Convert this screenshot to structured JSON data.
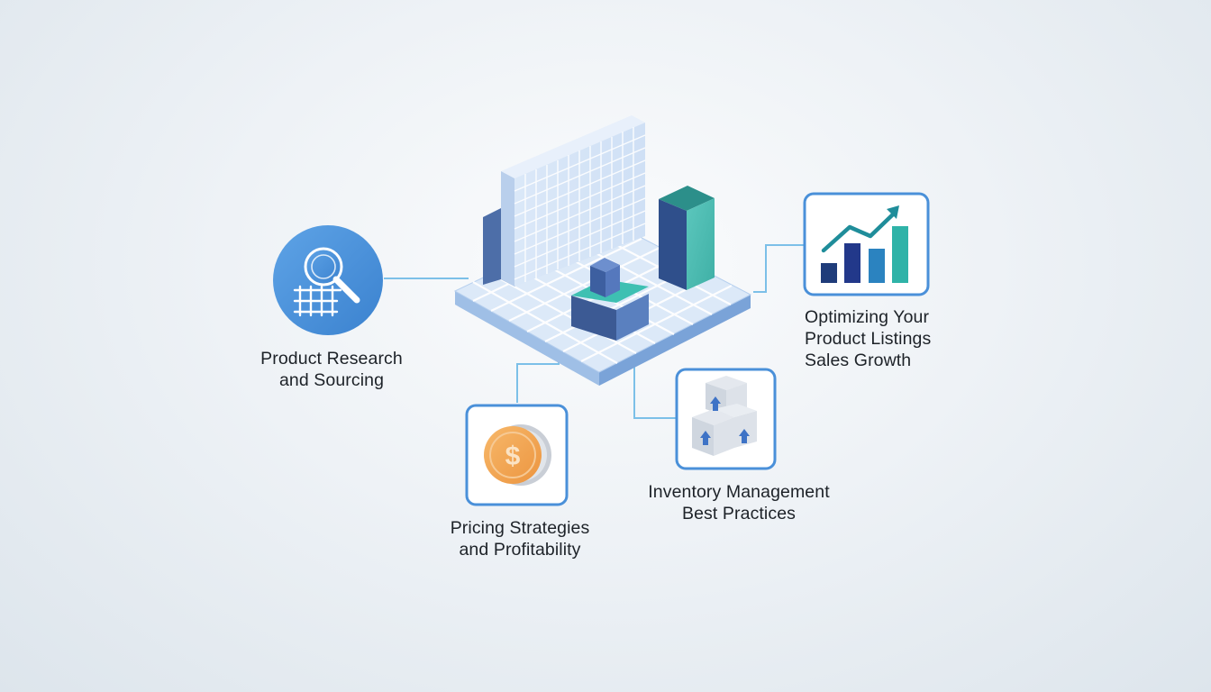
{
  "topics": [
    {
      "id": "research",
      "icon": "magnifier-grid-icon",
      "line1": "Product Research",
      "line2": "and Sourcing"
    },
    {
      "id": "pricing",
      "icon": "coin-dollar-icon",
      "line1": "Pricing Strategies",
      "line2": "and Profitability"
    },
    {
      "id": "inventory",
      "icon": "stacked-boxes-icon",
      "line1": "Inventory Management",
      "line2": "Best Practices"
    },
    {
      "id": "listings",
      "icon": "growth-chart-icon",
      "line1": "Optimizing Your",
      "line2": "Product Listings",
      "line3": "Sales Growth"
    }
  ],
  "colors": {
    "accent_blue": "#4a90d9",
    "navy": "#1f3c7a",
    "teal": "#2fb3a8",
    "coin_orange": "#f0a153",
    "connector": "#7cc0e8"
  }
}
